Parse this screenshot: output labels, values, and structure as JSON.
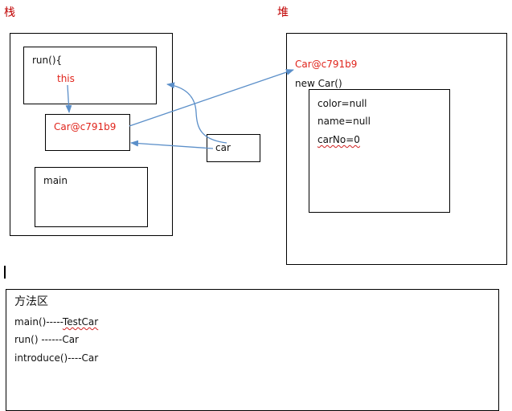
{
  "labels": {
    "stack": "栈",
    "heap": "堆"
  },
  "stack": {
    "run_frame": {
      "title": "run(){",
      "this_label": "this"
    },
    "reference_box": {
      "value": "Car@c791b9"
    },
    "main_frame": {
      "title": "main"
    },
    "variable_box": {
      "name": "car"
    }
  },
  "heap": {
    "object_address": "Car@c791b9",
    "constructor": "new Car()",
    "fields": [
      {
        "text": "color=null"
      },
      {
        "text": "name=null"
      },
      {
        "text": "carNo=0"
      }
    ]
  },
  "method_area": {
    "title": "方法区",
    "entries": [
      {
        "method": "main()-----",
        "owner": "TestCar"
      },
      {
        "method": "run() ------",
        "owner": "Car"
      },
      {
        "method": "introduce()----",
        "owner": "Car"
      }
    ]
  },
  "colors": {
    "arrow": "#5b8fc9",
    "highlight_text": "#e0241b",
    "section_label": "#c00000"
  }
}
